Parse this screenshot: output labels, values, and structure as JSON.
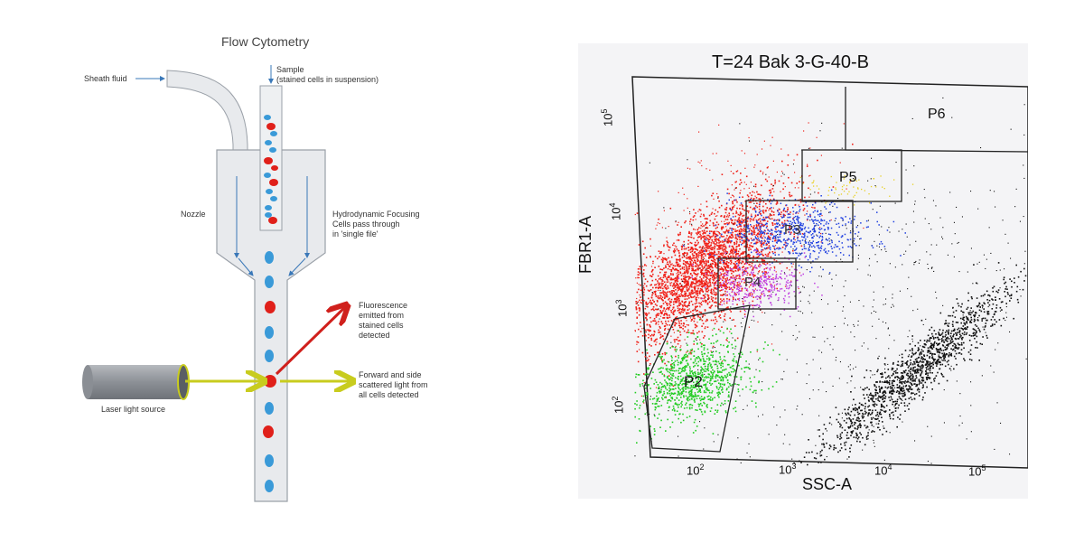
{
  "diagram": {
    "title": "Flow Cytometry",
    "labels": {
      "sheath": "Sheath fluid",
      "sample": "Sample\n(stained cells in suspension)",
      "nozzle": "Nozzle",
      "focusing": "Hydrodynamic Focusing\nCells pass through\nin 'single file'",
      "fluorescence": "Fluorescence\nemitted from\nstained cells\ndetected",
      "scatter": "Forward and side\nscattered light from\nall cells detected",
      "laser": "Laser light source"
    },
    "colors": {
      "red_cell": "#e0201a",
      "blue_cell": "#3a9ad8",
      "laser_arrow": "#c8cc1e",
      "fluor_arrow": "#d0201c",
      "tube": "#e8eaed",
      "tube_stroke": "#9aa0a8",
      "laser_body": "#9a9ea4"
    }
  },
  "plot": {
    "title": "T=24 Bak 3-G-40-B",
    "xlabel": "SSC-A",
    "ylabel": "FBR1-A",
    "x_ticks": [
      {
        "base": "10",
        "exp": "2"
      },
      {
        "base": "10",
        "exp": "3"
      },
      {
        "base": "10",
        "exp": "4"
      },
      {
        "base": "10",
        "exp": "5"
      }
    ],
    "y_ticks": [
      {
        "base": "10",
        "exp": "2"
      },
      {
        "base": "10",
        "exp": "3"
      },
      {
        "base": "10",
        "exp": "4"
      },
      {
        "base": "10",
        "exp": "5"
      }
    ],
    "gates": [
      "P2",
      "P3",
      "P4",
      "P5",
      "P6"
    ],
    "colors": {
      "P2": "#22cc22",
      "P3": "#2040e0",
      "P4": "#c040e0",
      "P5": "#e8d020",
      "red": "#f02018",
      "black": "#111111"
    }
  }
}
